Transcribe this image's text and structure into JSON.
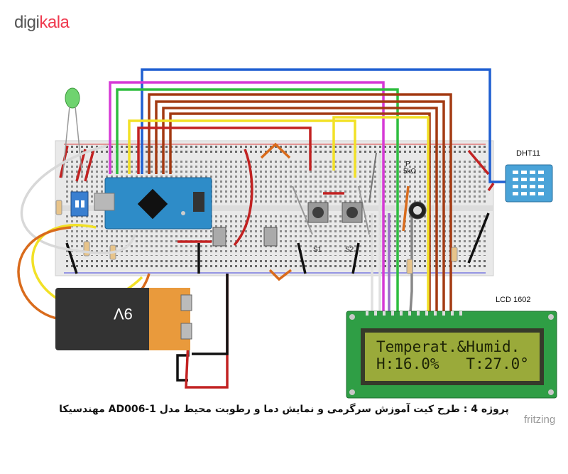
{
  "brand": {
    "part1": "digi",
    "part2": "kala"
  },
  "labels": {
    "dht": "DHT11",
    "lcd": "LCD 1602",
    "pot_p": "P",
    "pot_val": "5kΩ",
    "s1": "S1",
    "s2": "S2",
    "battery": "9V"
  },
  "lcd_display": {
    "line1": "Temperat.&Humid.",
    "line2": "H:16.0%   T:27.0°"
  },
  "caption": "پروژه 4 : طرح کیت آموزش سرگرمی و نمایش دما و رطوبت محیط مدل AD006-1 مهندسیکا",
  "watermark": "fritzing",
  "colors": {
    "breadboard": "#e9e9e9",
    "arduino": "#2e8cc8",
    "lcd_bg": "#9aaa3a",
    "lcd_frame": "#2f9e45",
    "dht": "#4aa3d8",
    "battery_body": "#333333",
    "battery_top": "#e99a3c",
    "brand_accent": "#ef394e"
  }
}
